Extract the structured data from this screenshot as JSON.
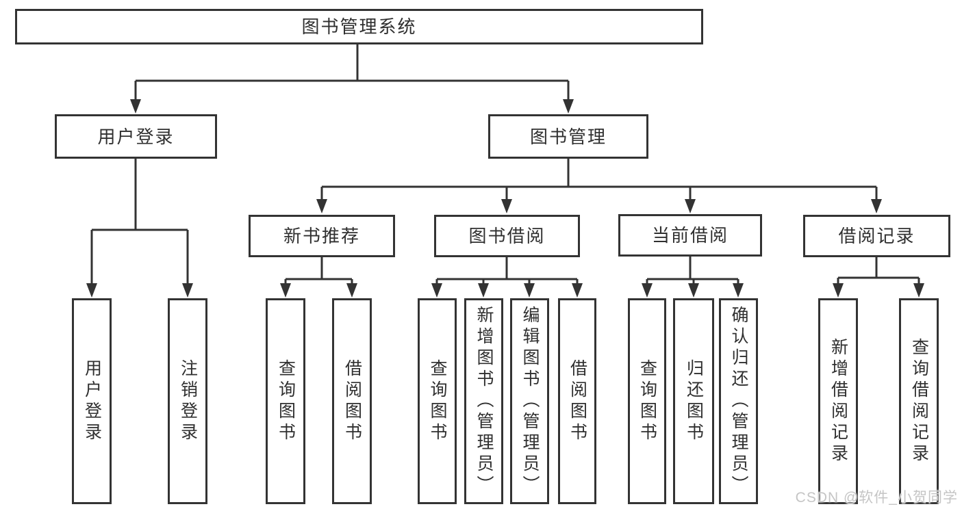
{
  "diagram": {
    "root": {
      "label": "图书管理系统"
    },
    "branches": [
      {
        "label": "用户登录",
        "children": [
          {
            "label": "用户登录"
          },
          {
            "label": "注销登录"
          }
        ]
      },
      {
        "label": "图书管理",
        "children": [
          {
            "label": "新书推荐",
            "children": [
              {
                "label": "查询图书"
              },
              {
                "label": "借阅图书"
              }
            ]
          },
          {
            "label": "图书借阅",
            "children": [
              {
                "label": "查询图书"
              },
              {
                "label": "新增图书（管理员）"
              },
              {
                "label": "编辑图书（管理员）"
              },
              {
                "label": "借阅图书"
              }
            ]
          },
          {
            "label": "当前借阅",
            "children": [
              {
                "label": "查询图书"
              },
              {
                "label": "归还图书"
              },
              {
                "label": "确认归还（管理员）"
              }
            ]
          },
          {
            "label": "借阅记录",
            "children": [
              {
                "label": "新增借阅记录"
              },
              {
                "label": "查询借阅记录"
              }
            ]
          }
        ]
      }
    ]
  },
  "watermark": {
    "text": "CSDN @软件_小贺同学"
  },
  "colors": {
    "line": "#333333",
    "text": "#2f2f2f",
    "box_background": "#ffffff",
    "watermark": "#c5c5c5",
    "page_background": "#ffffff"
  }
}
